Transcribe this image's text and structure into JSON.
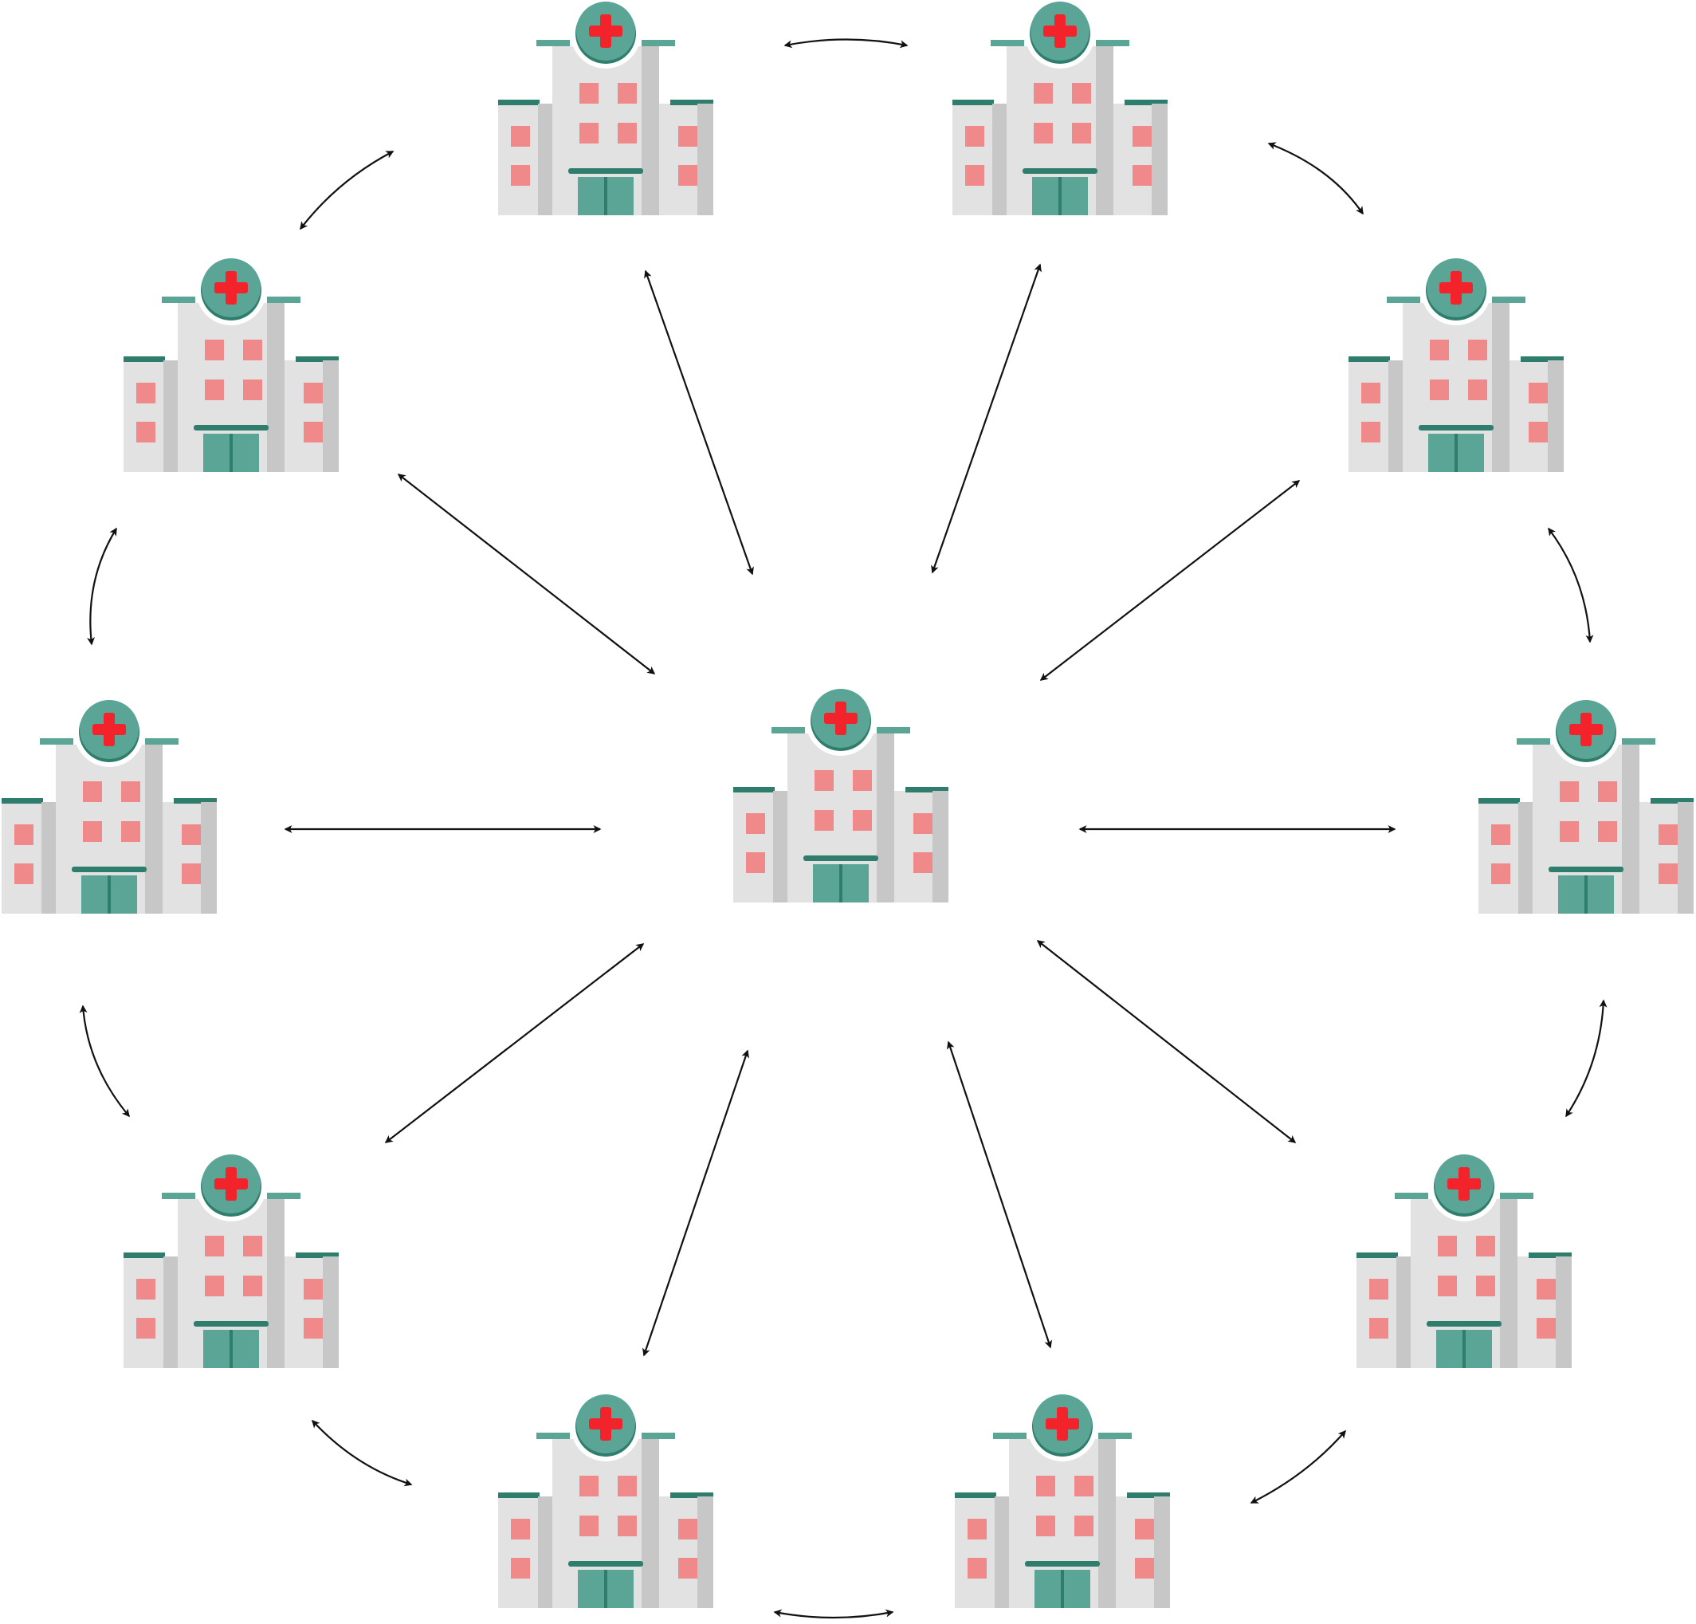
{
  "diagram": {
    "type": "network",
    "node_icon": "hospital-icon",
    "colors": {
      "wall": "#e2e2e2",
      "wall_shadow": "#c7c7c7",
      "teal": "#5aa596",
      "teal_dark": "#2f7d6c",
      "window": "#f08a8a",
      "cross": "#f2232a",
      "arrow": "#111111",
      "background": "#ffffff"
    },
    "nodes": [
      {
        "id": "central",
        "role": "center"
      },
      {
        "id": "top-left",
        "role": "peripheral"
      },
      {
        "id": "top-right",
        "role": "peripheral"
      },
      {
        "id": "upper-right",
        "role": "peripheral"
      },
      {
        "id": "right",
        "role": "peripheral"
      },
      {
        "id": "lower-right",
        "role": "peripheral"
      },
      {
        "id": "bottom-right",
        "role": "peripheral"
      },
      {
        "id": "bottom-left",
        "role": "peripheral"
      },
      {
        "id": "lower-left",
        "role": "peripheral"
      },
      {
        "id": "left",
        "role": "peripheral"
      },
      {
        "id": "upper-left",
        "role": "peripheral"
      }
    ],
    "edges": [
      {
        "from": "central",
        "to": "top-left",
        "style": "straight",
        "direction": "both"
      },
      {
        "from": "central",
        "to": "top-right",
        "style": "straight",
        "direction": "both"
      },
      {
        "from": "central",
        "to": "upper-right",
        "style": "straight",
        "direction": "both"
      },
      {
        "from": "central",
        "to": "right",
        "style": "straight",
        "direction": "both"
      },
      {
        "from": "central",
        "to": "lower-right",
        "style": "straight",
        "direction": "both"
      },
      {
        "from": "central",
        "to": "bottom-right",
        "style": "straight",
        "direction": "both"
      },
      {
        "from": "central",
        "to": "bottom-left",
        "style": "straight",
        "direction": "both"
      },
      {
        "from": "central",
        "to": "lower-left",
        "style": "straight",
        "direction": "both"
      },
      {
        "from": "central",
        "to": "left",
        "style": "straight",
        "direction": "both"
      },
      {
        "from": "central",
        "to": "upper-left",
        "style": "straight",
        "direction": "both"
      },
      {
        "from": "top-left",
        "to": "top-right",
        "style": "curved",
        "direction": "both"
      },
      {
        "from": "top-right",
        "to": "upper-right",
        "style": "curved",
        "direction": "both"
      },
      {
        "from": "upper-right",
        "to": "right",
        "style": "curved",
        "direction": "both"
      },
      {
        "from": "right",
        "to": "lower-right",
        "style": "curved",
        "direction": "both"
      },
      {
        "from": "lower-right",
        "to": "bottom-right",
        "style": "curved",
        "direction": "both"
      },
      {
        "from": "bottom-right",
        "to": "bottom-left",
        "style": "curved",
        "direction": "both"
      },
      {
        "from": "bottom-left",
        "to": "lower-left",
        "style": "curved",
        "direction": "both"
      },
      {
        "from": "lower-left",
        "to": "left",
        "style": "curved",
        "direction": "both"
      },
      {
        "from": "left",
        "to": "upper-left",
        "style": "curved",
        "direction": "both"
      },
      {
        "from": "upper-left",
        "to": "top-left",
        "style": "curved",
        "direction": "both"
      }
    ]
  }
}
